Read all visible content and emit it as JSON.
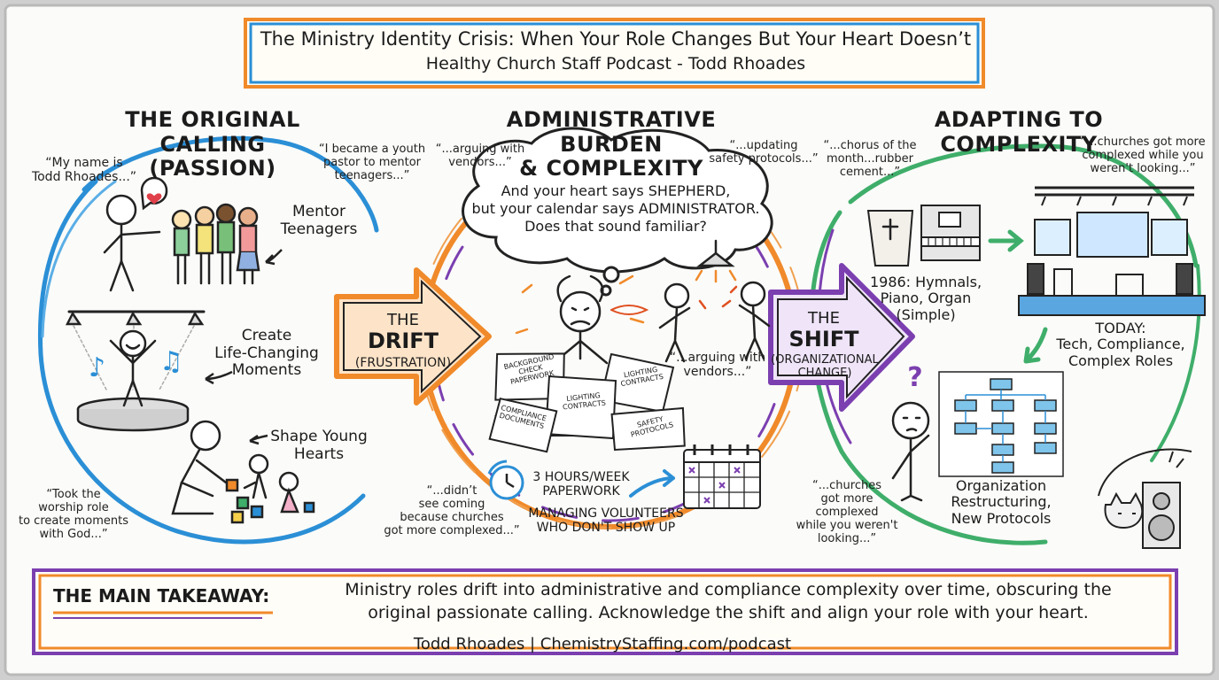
{
  "header": {
    "title": "The Ministry Identity Crisis: When Your Role Changes But Your Heart Doesn’t",
    "subtitle": "Healthy Church Staff Podcast - Todd Rhoades"
  },
  "sections": {
    "calling": {
      "heading": "THE ORIGINAL CALLING\n(PASSION)",
      "quote_name": "“My name is\nTodd Rhoades...”",
      "quote_youth": "“I became a youth\npastor to mentor\nteenagers...”",
      "label_mentor": "Mentor\nTeenagers",
      "label_moments": "Create\nLife-Changing\nMoments",
      "label_hearts": "Shape Young\nHearts",
      "quote_worship": "“Took the\nworship role\nto create moments\nwith God...”"
    },
    "drift": {
      "word_the": "THE",
      "word_main": "DRIFT",
      "word_sub": "(FRUSTRATION)"
    },
    "burden": {
      "heading": "ADMINISTRATIVE BURDEN\n& COMPLEXITY",
      "quote_vendors_top": "“...arguing with\nvendors...”",
      "quote_safety": "“...updating\nsafety protocols...”",
      "thought_bubble": "And your heart says SHEPHERD,\nbut your calendar says ADMINISTRATOR.\nDoes that sound familiar?",
      "quote_vendors_mid": "“...arguing with\nvendors...”",
      "papers": [
        "BACKGROUND\nCHECK\nPAPERWORK",
        "LIGHTING\nCONTRACTS",
        "LIGHTING\nCONTRACTS",
        "COMPLIANCE\nDOCUMENTS",
        "SAFETY\nPROTOCOLS"
      ],
      "hours": "3 HOURS/WEEK\nPAPERWORK",
      "volunteers": "MANAGING VOLUNTEERS\nWHO DON'T SHOW UP",
      "quote_didnt": "“...didn’t\nsee coming\nbecause churches\ngot more complexed...”"
    },
    "shift": {
      "word_the": "THE",
      "word_main": "SHIFT",
      "word_sub": "(ORGANIZATIONAL\nCHANGE)"
    },
    "adapting": {
      "heading": "ADAPTING TO COMPLEXITY",
      "quote_chorus": "“...chorus of the\nmonth...rubber\ncement...”",
      "quote_churches_top": "“...churches got more\ncomplexed while you\nweren't looking...”",
      "label_1986": "1986: Hymnals,\nPiano, Organ\n(Simple)",
      "label_today": "TODAY:\nTech, Compliance,\nComplex Roles",
      "question": "?",
      "label_org": "Organization\nRestructuring,\nNew Protocols",
      "quote_churches_bottom": "“...churches\ngot more\ncomplexed\nwhile you weren't\nlooking...”"
    }
  },
  "takeaway": {
    "label": "THE MAIN TAKEAWAY:",
    "text": "Ministry roles drift into administrative and compliance complexity over time, obscuring the\noriginal passionate calling. Acknowledge the shift and align your role with your heart.",
    "footer": "Todd Rhoades  |  ChemistryStaffing.com/podcast"
  },
  "colors": {
    "blue": "#2b8fd6",
    "orange": "#f08a2a",
    "purple": "#7b3fb0",
    "green": "#3fae6a",
    "ink": "#1b1b1b"
  }
}
